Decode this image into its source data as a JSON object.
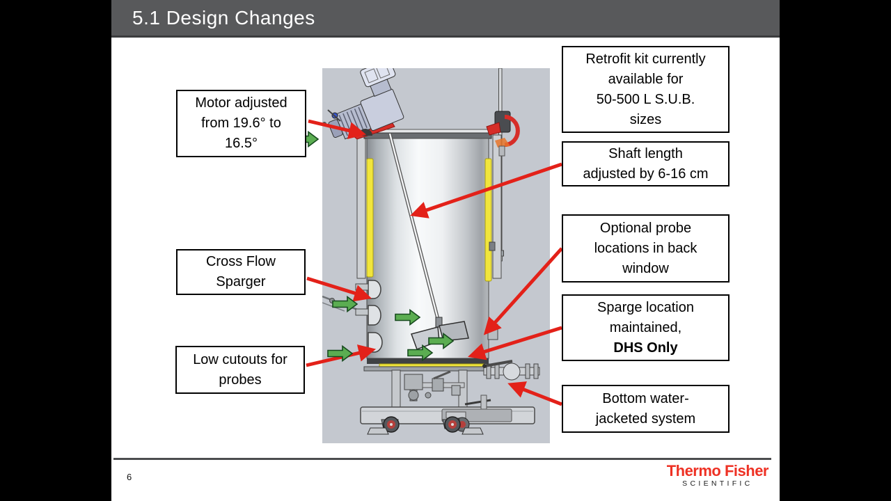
{
  "title_bar": {
    "title": "5.1 Design Changes"
  },
  "footer": {
    "page_number": "6",
    "logo": {
      "brand": "Thermo Fisher",
      "sub_brand": "SCIENTIFIC"
    }
  },
  "callouts": {
    "motor": {
      "text": "Motor adjusted\nfrom 19.6° to\n16.5°"
    },
    "cross_flow": {
      "text": "Cross Flow\nSparger"
    },
    "low_cutouts": {
      "text": "Low cutouts for\nprobes"
    },
    "retrofit": {
      "text": "Retrofit kit currently\navailable for\n50-500 L S.U.B.\nsizes"
    },
    "shaft_length": {
      "text": "Shaft length\nadjusted by 6-16 cm"
    },
    "probe_locations": {
      "text": "Optional probe\nlocations in back\nwindow"
    },
    "sparge": {
      "text": "Sparge location\nmaintained,",
      "bold_text": "DHS Only"
    },
    "bottom_water": {
      "text": "Bottom water-\njacketed system"
    }
  },
  "colors": {
    "title_bar": "#58595b",
    "arrow_red": "#e32119",
    "arrow_green": "#5bad51",
    "logo_red": "#ee3124",
    "diagram_background": "#c4c8cf",
    "guide_strip_yellow": "#f1e53c"
  }
}
